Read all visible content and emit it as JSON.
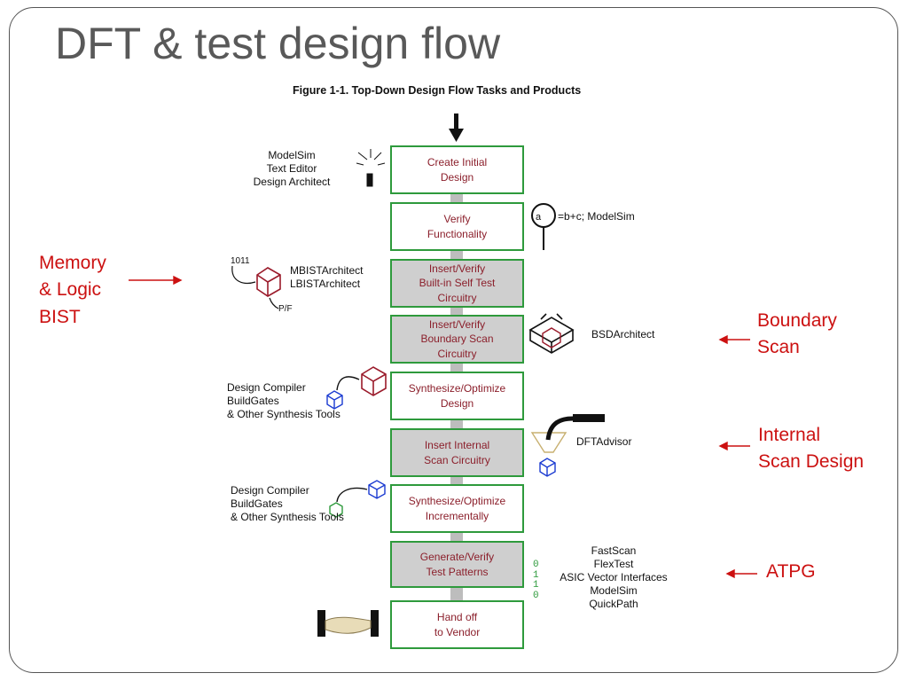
{
  "slide": {
    "title": "DFT & test design flow",
    "figure_caption": "Figure 1-1. Top-Down Design Flow Tasks and Products"
  },
  "flow_steps": [
    {
      "label": "Create Initial\nDesign",
      "style": "white"
    },
    {
      "label": "Verify\nFunctionality",
      "style": "white"
    },
    {
      "label": "Insert/Verify\nBuilt-in Self Test\nCircuitry",
      "style": "gray"
    },
    {
      "label": "Insert/Verify\nBoundary Scan\nCircuitry",
      "style": "gray"
    },
    {
      "label": "Synthesize/Optimize\nDesign",
      "style": "white"
    },
    {
      "label": "Insert Internal\nScan Circuitry",
      "style": "gray"
    },
    {
      "label": "Synthesize/Optimize\nIncrementally",
      "style": "white"
    },
    {
      "label": "Generate/Verify\nTest Patterns",
      "style": "gray"
    },
    {
      "label": "Hand off\nto Vendor",
      "style": "white"
    }
  ],
  "tools": {
    "create": "ModelSim\nText Editor\nDesign Architect",
    "verify": "=b+c;   ModelSim",
    "bist": "MBISTArchitect\nLBISTArchitect",
    "bist_bits": "1011",
    "bist_pf": "P/F",
    "bsd": "BSDArchitect",
    "synth1": "Design Compiler\nBuildGates\n& Other Synthesis Tools",
    "dft": "DFTAdvisor",
    "synth2": "Design Compiler\nBuildGates\n& Other Synthesis Tools",
    "atpg": "FastScan\nFlexTest\nASIC Vector Interfaces\nModelSim\nQuickPath",
    "atpg_bits": "0\n1\n1\n0"
  },
  "annotations": {
    "bist": "Memory\n& Logic\nBIST",
    "boundary": "Boundary\nScan",
    "internal": "Internal\nScan Design",
    "atpg": "ATPG"
  },
  "colors": {
    "box_border": "#2e9a3c",
    "box_text": "#8b1f2b",
    "gray_fill": "#cfcfcf",
    "annotation": "#cc1111",
    "title": "#595959"
  }
}
